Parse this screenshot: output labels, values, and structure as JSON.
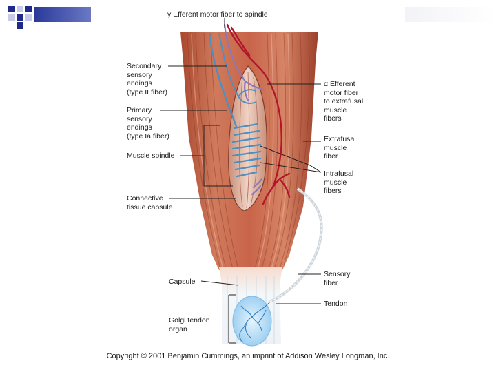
{
  "slide": {
    "deco_colors": {
      "navy": "#1f2a8a",
      "lavender": "#c8cbe8",
      "bar_gradient_start": "#2b3a9a",
      "bar_gradient_end": "#ffffff"
    }
  },
  "diagram": {
    "labels": {
      "gamma_efferent": "γ Efferent motor fiber to spindle",
      "secondary_sensory": "Secondary\nsensory\nendings\n(type II fiber)",
      "primary_sensory": "Primary\nsensory\nendings\n(type Ia fiber)",
      "muscle_spindle": "Muscle spindle",
      "connective_tissue_capsule": "Connective\ntissue capsule",
      "alpha_efferent": "α Efferent\nmotor fiber\nto extrafusal\nmuscle\nfibers",
      "extrafusal_fiber": "Extrafusal\nmuscle\nfiber",
      "intrafusal_fibers": "Intrafusal\nmuscle\nfibers",
      "sensory_fiber": "Sensory\nfiber",
      "tendon": "Tendon",
      "capsule": "Capsule",
      "golgi_tendon_organ": "Golgi tendon\norgan"
    },
    "colors": {
      "muscle": "#c8644a",
      "muscle_dark": "#9b3f2a",
      "muscle_light": "#e0a48c",
      "sensory_blue": "#4f8fc0",
      "gamma_purple": "#8a78b8",
      "alpha_red": "#b0172a",
      "tendon": "#eef3f8",
      "golgi": "#bfe0f7",
      "leader": "#222222"
    }
  },
  "copyright": "Copyright © 2001 Benjamin Cummings, an imprint of Addison Wesley Longman, Inc."
}
